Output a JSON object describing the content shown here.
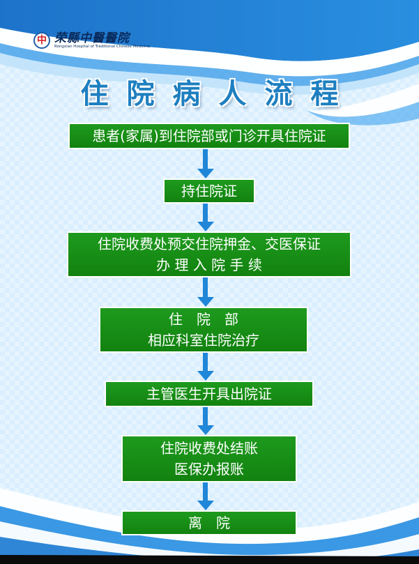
{
  "header": {
    "logo_mark": "中",
    "hospital_name_cn": "荣縣中醫醫院",
    "hospital_name_en": "Rongxian Hospital of Traditional Chinese Medicine"
  },
  "title": "住院病人流程",
  "steps": [
    {
      "line1": "患者(家属)到住院部或门诊开具住院证",
      "line2": ""
    },
    {
      "line1": "持住院证",
      "line2": ""
    },
    {
      "line1": "住院收费处预交住院押金、交医保证",
      "line2": "办 理 入 院 手 续"
    },
    {
      "line1": "住　院　部",
      "line2": "相应科室住院治疗"
    },
    {
      "line1": "主管医生开具出院证",
      "line2": ""
    },
    {
      "line1": "住院收费处结账",
      "line2": "医保办报账"
    },
    {
      "line1": "离　院",
      "line2": ""
    }
  ],
  "colors": {
    "step_green": "#15890f",
    "arrow_blue": "#1f86d8",
    "title_blue": "#1e7fc0"
  }
}
